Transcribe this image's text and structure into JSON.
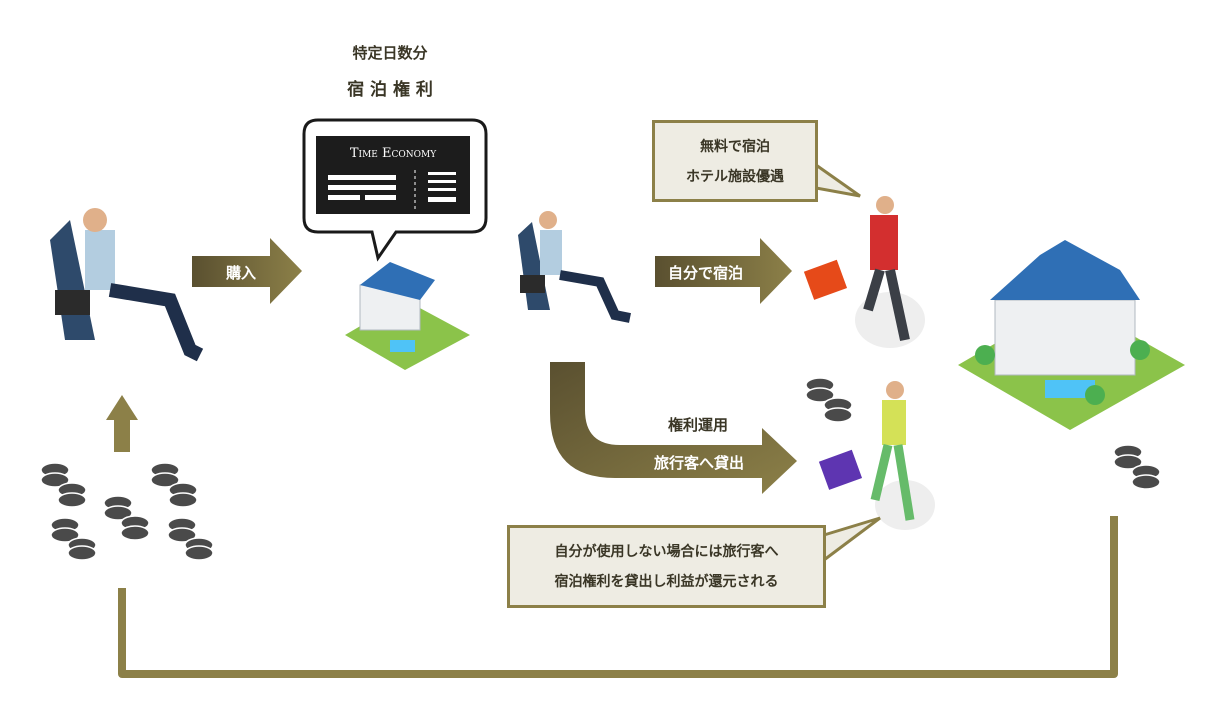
{
  "header": {
    "line1": "特定日数分",
    "line2": "宿 泊 権 利"
  },
  "ticket": {
    "brand": "Time Economy"
  },
  "arrows": {
    "purchase": "購入",
    "self_stay": "自分で宿泊",
    "operation_top": "権利運用",
    "operation_arrow": "旅行客へ貸出"
  },
  "callouts": {
    "free_stay": [
      "無料で宿泊",
      "ホテル施設優遇"
    ],
    "lend": [
      "自分が使用しない場合には旅行客へ",
      "宿泊権利を貸出し利益が還元される"
    ]
  },
  "colors": {
    "arrow_dark": "#5a5030",
    "arrow_light": "#8c8048",
    "box_bg": "#eeece3",
    "text": "#3a3626"
  }
}
